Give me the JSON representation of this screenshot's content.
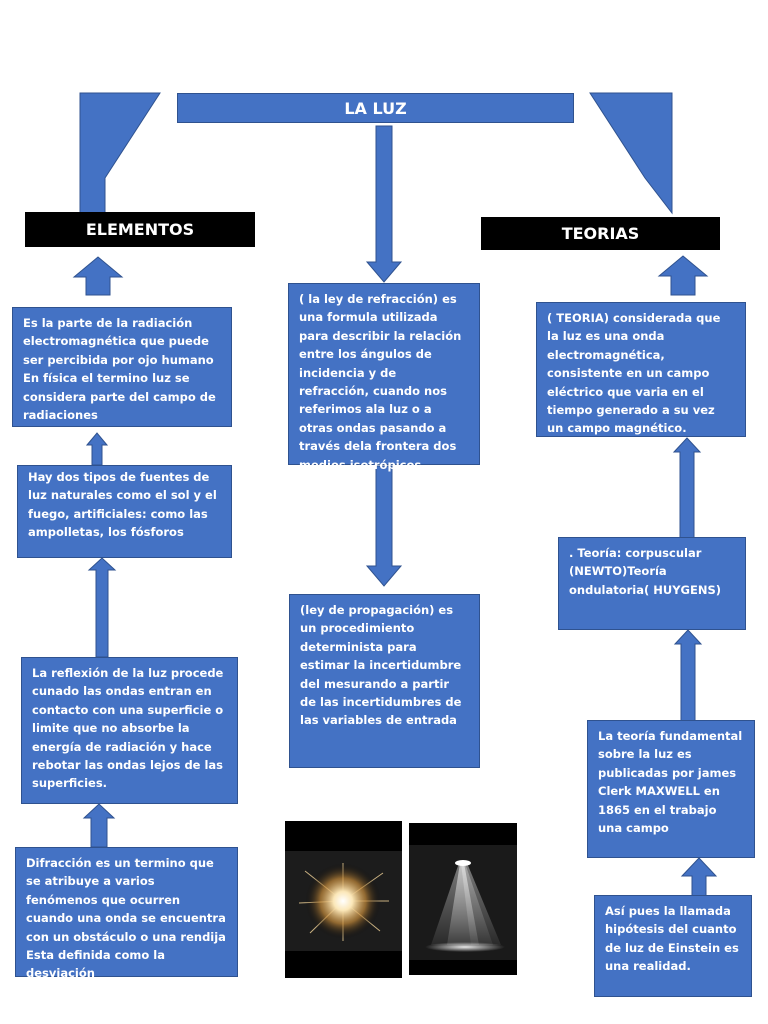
{
  "title": "LA LUZ",
  "labels": {
    "left": "ELEMENTOS",
    "right": "TEORIAS"
  },
  "left_column": [
    "Es la parte de la radiación electromagnética que puede ser percibida por ojo humano En física el termino luz se considera parte del campo de radiaciones",
    "Hay dos tipos de fuentes de luz naturales como el sol y el fuego, artificiales: como las ampolletas, los fósforos",
    "La reflexión de la luz procede cunado las ondas entran en contacto con una superficie o limite que no absorbe la energía de radiación y hace rebotar las ondas lejos de las superficies.",
    "Difracción es un termino que se atribuye a varios fenómenos que ocurren cuando una onda se encuentra con un obstáculo o una rendija Esta definida como la desviación"
  ],
  "center_column": [
    "( la ley de refracción) es una formula utilizada para describir la relación entre los ángulos de incidencia y de refracción, cuando nos referimos ala luz o a otras ondas pasando a través dela frontera dos medios isotrópicos diferentes",
    "(ley de propagación) es un procedimiento determinista para estimar la incertidumbre del mesurando a partir de las incertidumbres de las variables de entrada"
  ],
  "right_column": [
    "( TEORIA) considerada que la luz es una onda electromagnética, consistente en un campo eléctrico que varia en el tiempo generado a su vez un campo magnético.",
    ". Teoría: corpuscular (NEWTO)Teoría ondulatoria( HUYGENS)",
    "La teoría fundamental sobre la luz es publicadas por james Clerk MAXWELL en 1865 en el trabajo una campo",
    "Así pues la llamada hipótesis del cuanto de luz de Einstein es una realidad."
  ],
  "colors": {
    "box_fill": "#4472C4",
    "box_border": "#2F528F",
    "label_fill": "#000000",
    "text": "#ffffff"
  },
  "images": [
    "light-burst-image",
    "spotlight-image"
  ]
}
